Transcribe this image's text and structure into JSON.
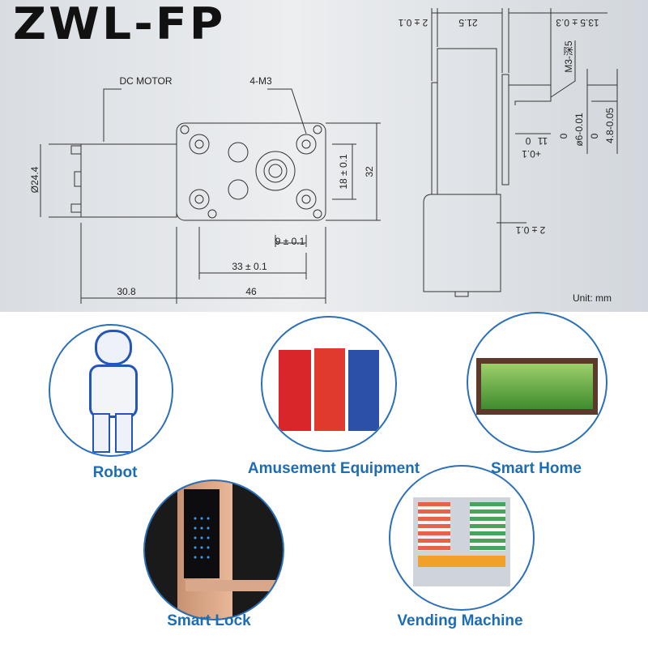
{
  "title": "ZWL-FP",
  "drawing": {
    "dc_motor": "DC MOTOR",
    "m3": "4-M3",
    "dia": "Ø24.4",
    "d18": "18 ± 0.1",
    "d32": "32",
    "d9": "9 ± 0.1",
    "d33": "33 ± 0.1",
    "d308": "30.8",
    "d46": "46",
    "top_2": "2 ± 0.1",
    "top_215": "21.5",
    "top_135": "13.5 ± 0.3",
    "m3_depth": "M3-深5",
    "shaft_dia": "ø6-0.01",
    "shaft_dia_tol": "0",
    "flat": "4.8-0.05",
    "flat_tol": "0",
    "len11": "11",
    "len11_tol_a": "0",
    "len11_tol_b": "+0.1",
    "bottom_2": "2 ± 0.1",
    "unit": "Unit: mm"
  },
  "applications": [
    {
      "label": "Robot"
    },
    {
      "label": "Amusement Equipment"
    },
    {
      "label": "Smart Home"
    },
    {
      "label": "Smart Lock"
    },
    {
      "label": "Vending Machine"
    }
  ],
  "accent": "#1c6db4"
}
